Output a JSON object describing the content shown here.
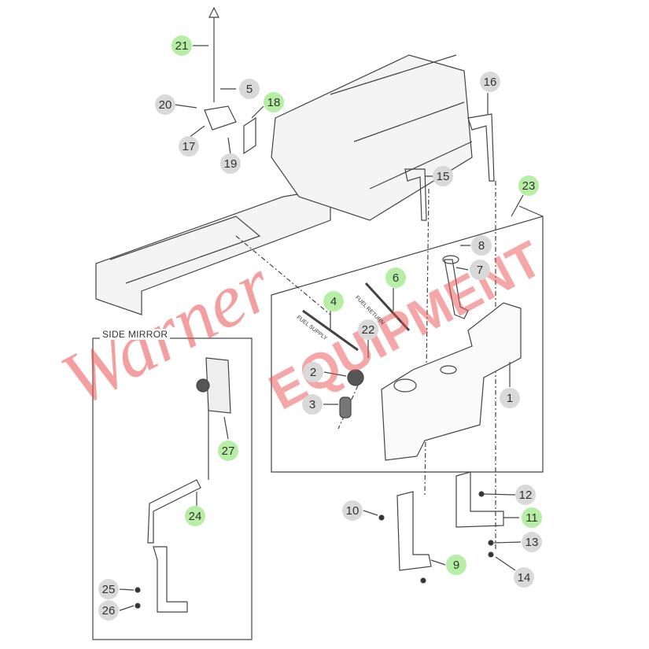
{
  "diagram": {
    "section_title": "SIDE MIRROR",
    "tube_labels": {
      "fuel_supply": "FUEL SUPPLY",
      "fuel_return": "FUEL RETURN"
    },
    "watermark": {
      "script": "Warner",
      "block": "EQUIPMENT"
    },
    "callouts": [
      {
        "n": "21",
        "hl": true
      },
      {
        "n": "5",
        "hl": false
      },
      {
        "n": "20",
        "hl": false
      },
      {
        "n": "18",
        "hl": true
      },
      {
        "n": "17",
        "hl": false
      },
      {
        "n": "19",
        "hl": false
      },
      {
        "n": "16",
        "hl": false
      },
      {
        "n": "15",
        "hl": false
      },
      {
        "n": "23",
        "hl": true
      },
      {
        "n": "8",
        "hl": false
      },
      {
        "n": "7",
        "hl": false
      },
      {
        "n": "6",
        "hl": true
      },
      {
        "n": "4",
        "hl": true
      },
      {
        "n": "22",
        "hl": false
      },
      {
        "n": "2",
        "hl": false
      },
      {
        "n": "3",
        "hl": false
      },
      {
        "n": "1",
        "hl": false
      },
      {
        "n": "27",
        "hl": true
      },
      {
        "n": "24",
        "hl": true
      },
      {
        "n": "10",
        "hl": false
      },
      {
        "n": "12",
        "hl": false
      },
      {
        "n": "11",
        "hl": true
      },
      {
        "n": "13",
        "hl": false
      },
      {
        "n": "9",
        "hl": true
      },
      {
        "n": "14",
        "hl": false
      },
      {
        "n": "25",
        "hl": false
      },
      {
        "n": "26",
        "hl": false
      }
    ],
    "colors": {
      "highlight": "#b7eea5",
      "normal": "#d9d9d9",
      "watermark": "#eb5050"
    }
  }
}
